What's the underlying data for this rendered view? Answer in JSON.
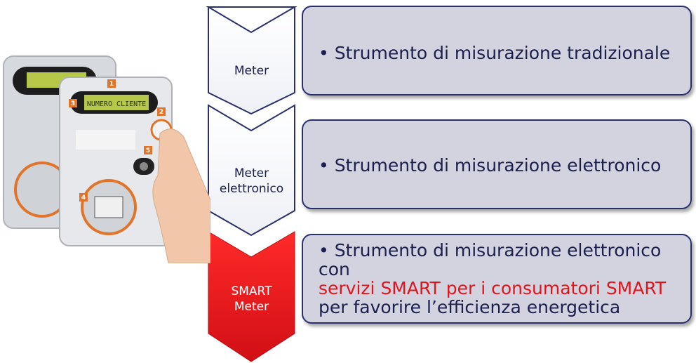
{
  "stages": [
    {
      "label": "Meter",
      "bullet": "• Strumento di misurazione tradizionale"
    },
    {
      "label": "Meter elettronico",
      "bullet": "• Strumento di misurazione elettronico"
    },
    {
      "label": "SMART Meter",
      "bullet_lines": [
        "• Strumento di misurazione elettronico con",
        "servizi SMART per i consumatori SMART",
        "per favorire l’efficienza energetica"
      ]
    }
  ],
  "meter_photo": {
    "display_text": "NUMERO CLIENTE",
    "callouts": [
      "1",
      "2",
      "3",
      "4",
      "5"
    ]
  },
  "colors": {
    "accent_red": "#e0141b",
    "box_fill": "#d3d3e0",
    "box_border": "#2a2f6e",
    "text": "#1a1f4d"
  }
}
